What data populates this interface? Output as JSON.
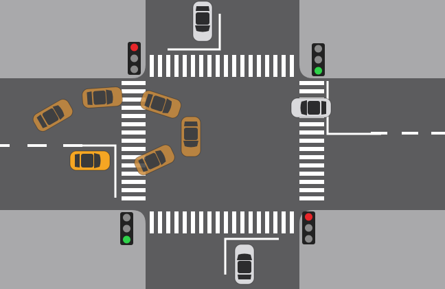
{
  "scene": {
    "title": "",
    "colors": {
      "sidewalk": "#a9a9ab",
      "road": "#5c5c5e",
      "marking": "#ffffff",
      "car_orange": "#f5a623",
      "car_ghost": "#c98a3c",
      "car_grey": "#d9d9dc",
      "light_red": "#e8262a",
      "light_green": "#2fd34a",
      "light_off": "#8a8a8a",
      "light_housing": "#222222"
    },
    "traffic_lights": [
      {
        "name": "traffic-light-top-left",
        "active": "red"
      },
      {
        "name": "traffic-light-top-right",
        "active": "green"
      },
      {
        "name": "traffic-light-bottom-left",
        "active": "green"
      },
      {
        "name": "traffic-light-bottom-right",
        "active": "red"
      }
    ],
    "cars": [
      {
        "name": "car-grey-top",
        "color": "grey",
        "direction": "south"
      },
      {
        "name": "car-grey-right",
        "color": "grey",
        "direction": "west"
      },
      {
        "name": "car-grey-bottom",
        "color": "grey",
        "direction": "north"
      },
      {
        "name": "car-orange-main",
        "color": "orange",
        "direction": "east"
      },
      {
        "name": "car-orange-ghost-1",
        "color": "ghost",
        "direction": "east"
      },
      {
        "name": "car-orange-ghost-2",
        "color": "ghost",
        "direction": "east"
      },
      {
        "name": "car-orange-ghost-3",
        "color": "ghost",
        "direction": "east"
      },
      {
        "name": "car-orange-ghost-4",
        "color": "ghost",
        "direction": "south"
      },
      {
        "name": "car-orange-ghost-5",
        "color": "ghost",
        "direction": "east"
      }
    ]
  }
}
